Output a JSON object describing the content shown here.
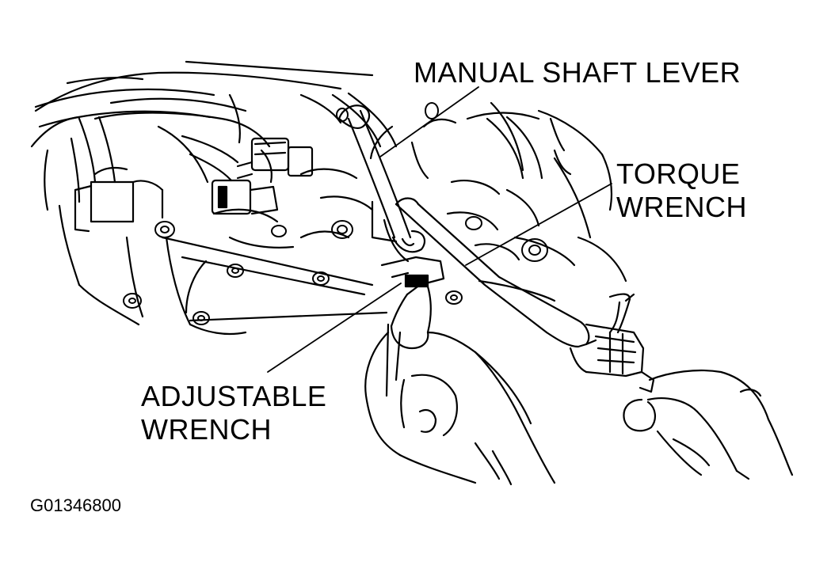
{
  "labels": {
    "manual_shaft_lever": "MANUAL SHAFT LEVER",
    "torque_wrench_line1": "TORQUE",
    "torque_wrench_line2": "WRENCH",
    "adjustable_wrench_line1": "ADJUSTABLE",
    "adjustable_wrench_line2": "WRENCH"
  },
  "figure_code": "G01346800",
  "colors": {
    "ink": "#000000",
    "paper": "#ffffff"
  }
}
